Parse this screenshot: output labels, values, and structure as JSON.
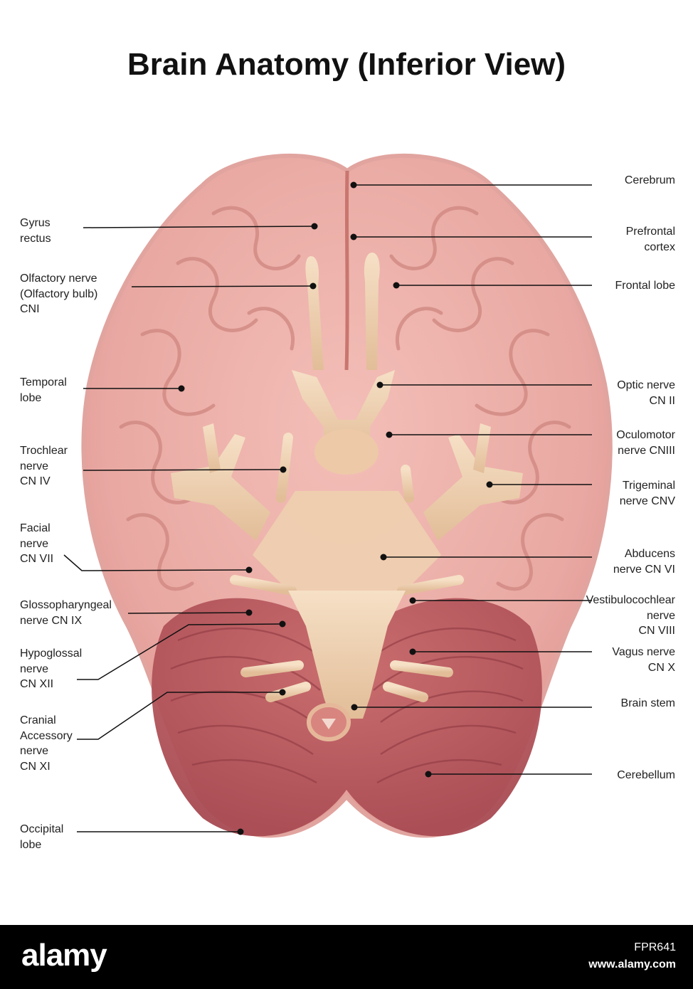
{
  "title": "Brain Anatomy (Inferior View)",
  "labels_left": {
    "gyrus_rectus": "Gyrus\nrectus",
    "olfactory_nerve": "Olfactory nerve\n(Olfactory bulb)\nCNI",
    "temporal_lobe": "Temporal\nlobe",
    "trochlear_nerve": "Trochlear\nnerve\nCN IV",
    "facial_nerve": "Facial\nnerve\nCN VII",
    "glossopharyngeal_nerve": "Glossopharyngeal\nnerve CN IX",
    "hypoglossal_nerve": "Hypoglossal\nnerve\nCN XII",
    "cranial_accessory_nerve": "Cranial\nAccessory\nnerve\nCN XI",
    "occipital_lobe": "Occipital\nlobe"
  },
  "labels_right": {
    "cerebrum": "Cerebrum",
    "prefrontal_cortex": "Prefrontal\ncortex",
    "frontal_lobe": "Frontal lobe",
    "optic_nerve": "Optic nerve\nCN II",
    "oculomotor_nerve": "Oculomotor\nnerve CNIII",
    "trigeminal_nerve": "Trigeminal\nnerve CNV",
    "abducens_nerve": "Abducens\nnerve CN VI",
    "vestibulocochlear_nerve": "Vestibulocochlear\nnerve\nCN VIII",
    "vagus_nerve": "Vagus nerve\nCN X",
    "brain_stem": "Brain stem",
    "cerebellum": "Cerebellum"
  },
  "footer": {
    "logo": "alamy",
    "image_id": "FPR641",
    "url": "www.alamy.com"
  },
  "colors": {
    "cerebrum": "#e9a6a0",
    "cerebrum_dark": "#c9766f",
    "cerebellum": "#b8545a",
    "nerve": "#efd2b0",
    "leader_line": "#111111",
    "footer_bg": "#000000"
  }
}
